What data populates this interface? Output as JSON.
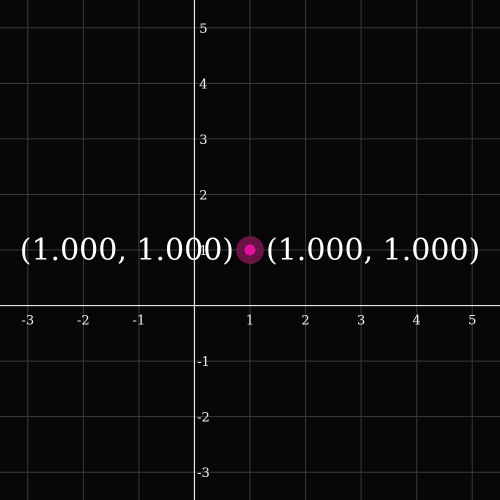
{
  "canvas": {
    "background": "#070707",
    "x_range": [
      -3.5,
      5.5
    ],
    "y_range": [
      -3.5,
      5.5
    ],
    "grid": true,
    "x_ticks": [
      -3,
      -2,
      -1,
      1,
      2,
      3,
      4,
      5
    ],
    "y_ticks": [
      -3,
      -2,
      -1,
      1,
      2,
      3,
      4,
      5
    ]
  },
  "point": {
    "x": 1,
    "y": 1,
    "color": "#e0129a",
    "halo_color": "#7a1550"
  },
  "labels": {
    "left_coord": "(1.000, 1.000)",
    "right_coord": "(1.000, 1.000)"
  }
}
